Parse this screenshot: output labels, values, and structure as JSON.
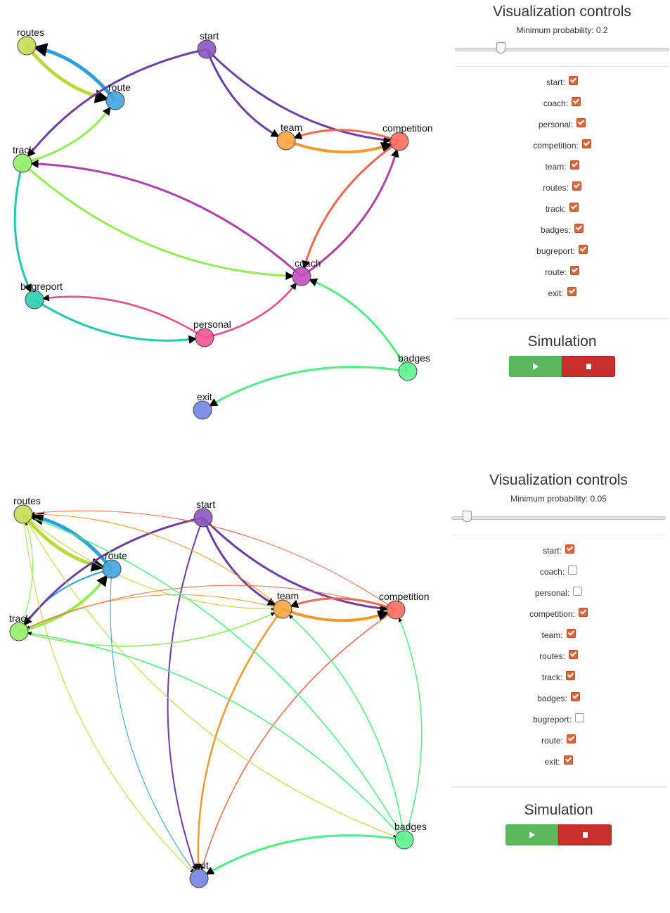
{
  "panels": [
    {
      "controls": {
        "title": "Visualization controls",
        "probability_label": "Minimum probability: 0.2",
        "probability_value": 0.2,
        "checkboxes": [
          {
            "label": "start:",
            "checked": true
          },
          {
            "label": "coach:",
            "checked": true
          },
          {
            "label": "personal:",
            "checked": true
          },
          {
            "label": "competition:",
            "checked": true
          },
          {
            "label": "team:",
            "checked": true
          },
          {
            "label": "routes:",
            "checked": true
          },
          {
            "label": "track:",
            "checked": true
          },
          {
            "label": "badges:",
            "checked": true
          },
          {
            "label": "bugreport:",
            "checked": true
          },
          {
            "label": "route:",
            "checked": true
          },
          {
            "label": "exit:",
            "checked": true
          }
        ],
        "simulation_title": "Simulation"
      },
      "graph": {
        "nodes": [
          {
            "id": "routes",
            "label": "routes",
            "color": "#c9dc55"
          },
          {
            "id": "route",
            "label": "route",
            "color": "#43a5e0"
          },
          {
            "id": "start",
            "label": "start",
            "color": "#8a56c0"
          },
          {
            "id": "track",
            "label": "track",
            "color": "#96ef6a"
          },
          {
            "id": "team",
            "label": "team",
            "color": "#f8a542"
          },
          {
            "id": "competition",
            "label": "competition",
            "color": "#fb6b5c"
          },
          {
            "id": "coach",
            "label": "coach",
            "color": "#c34fbf"
          },
          {
            "id": "bugreport",
            "label": "bugreport",
            "color": "#2ccdb4"
          },
          {
            "id": "personal",
            "label": "personal",
            "color": "#f25396"
          },
          {
            "id": "badges",
            "label": "badges",
            "color": "#5ff18f"
          },
          {
            "id": "exit",
            "label": "exit",
            "color": "#7284e1"
          }
        ],
        "edges": [
          {
            "from": "routes",
            "to": "route",
            "weight": 5,
            "color": "#bcd83a"
          },
          {
            "from": "route",
            "to": "routes",
            "weight": 5,
            "color": "#2aa0dc"
          },
          {
            "from": "track",
            "to": "route",
            "weight": 3,
            "color": "#8ef052"
          },
          {
            "from": "start",
            "to": "track",
            "weight": 3,
            "color": "#6e3ea8"
          },
          {
            "from": "start",
            "to": "team",
            "weight": 3,
            "color": "#6e3ea8"
          },
          {
            "from": "start",
            "to": "competition",
            "weight": 3,
            "color": "#6e3ea8"
          },
          {
            "from": "team",
            "to": "competition",
            "weight": 4,
            "color": "#f39a2a"
          },
          {
            "from": "competition",
            "to": "team",
            "weight": 3,
            "color": "#f6684e"
          },
          {
            "from": "track",
            "to": "coach",
            "weight": 3,
            "color": "#8ef052"
          },
          {
            "from": "coach",
            "to": "track",
            "weight": 3,
            "color": "#b23fae"
          },
          {
            "from": "competition",
            "to": "coach",
            "weight": 3,
            "color": "#f6684e"
          },
          {
            "from": "coach",
            "to": "competition",
            "weight": 3,
            "color": "#b23fae"
          },
          {
            "from": "track",
            "to": "bugreport",
            "weight": 3,
            "color": "#1fcab0"
          },
          {
            "from": "bugreport",
            "to": "personal",
            "weight": 3,
            "color": "#1fcab0"
          },
          {
            "from": "personal",
            "to": "bugreport",
            "weight": 2.5,
            "color": "#ee4a89"
          },
          {
            "from": "personal",
            "to": "coach",
            "weight": 2.5,
            "color": "#ee4a89"
          },
          {
            "from": "badges",
            "to": "coach",
            "weight": 3,
            "color": "#4ef082"
          },
          {
            "from": "badges",
            "to": "exit",
            "weight": 3,
            "color": "#4ef082"
          }
        ]
      }
    },
    {
      "controls": {
        "title": "Visualization controls",
        "probability_label": "Minimum probability: 0.05",
        "probability_value": 0.05,
        "checkboxes": [
          {
            "label": "start:",
            "checked": true
          },
          {
            "label": "coach:",
            "checked": false
          },
          {
            "label": "personal:",
            "checked": false
          },
          {
            "label": "competition:",
            "checked": true
          },
          {
            "label": "team:",
            "checked": true
          },
          {
            "label": "routes:",
            "checked": true
          },
          {
            "label": "track:",
            "checked": true
          },
          {
            "label": "badges:",
            "checked": true
          },
          {
            "label": "bugreport:",
            "checked": false
          },
          {
            "label": "route:",
            "checked": true
          },
          {
            "label": "exit:",
            "checked": true
          }
        ],
        "simulation_title": "Simulation"
      },
      "graph": {
        "nodes": [
          {
            "id": "routes",
            "label": "routes",
            "color": "#c9dc55"
          },
          {
            "id": "route",
            "label": "route",
            "color": "#43a5e0"
          },
          {
            "id": "start",
            "label": "start",
            "color": "#8a56c0"
          },
          {
            "id": "track",
            "label": "track",
            "color": "#96ef6a"
          },
          {
            "id": "team",
            "label": "team",
            "color": "#f8a542"
          },
          {
            "id": "competition",
            "label": "competition",
            "color": "#fb6b5c"
          },
          {
            "id": "badges",
            "label": "badges",
            "color": "#5ff18f"
          },
          {
            "id": "exit",
            "label": "exit",
            "color": "#7284e1"
          }
        ],
        "edges": [
          {
            "from": "routes",
            "to": "route",
            "weight": 5,
            "color": "#bcd83a"
          },
          {
            "from": "route",
            "to": "routes",
            "weight": 5,
            "color": "#2aa0dc"
          },
          {
            "from": "track",
            "to": "route",
            "weight": 4,
            "color": "#8ef052"
          },
          {
            "from": "route",
            "to": "track",
            "weight": 2,
            "color": "#2aa0dc"
          },
          {
            "from": "start",
            "to": "track",
            "weight": 3,
            "color": "#6e3ea8"
          },
          {
            "from": "start",
            "to": "team",
            "weight": 3,
            "color": "#6e3ea8"
          },
          {
            "from": "start",
            "to": "competition",
            "weight": 3,
            "color": "#6e3ea8"
          },
          {
            "from": "start",
            "to": "exit",
            "weight": 2,
            "color": "#6e3ea8"
          },
          {
            "from": "team",
            "to": "competition",
            "weight": 4,
            "color": "#f39a2a"
          },
          {
            "from": "competition",
            "to": "team",
            "weight": 3,
            "color": "#f6684e"
          },
          {
            "from": "team",
            "to": "exit",
            "weight": 2.5,
            "color": "#f39a2a"
          },
          {
            "from": "competition",
            "to": "exit",
            "weight": 1.5,
            "color": "#f6684e"
          },
          {
            "from": "track",
            "to": "team",
            "weight": 1.5,
            "color": "#8ef052"
          },
          {
            "from": "team",
            "to": "track",
            "weight": 1,
            "color": "#f39a2a"
          },
          {
            "from": "competition",
            "to": "track",
            "weight": 1,
            "color": "#f6684e"
          },
          {
            "from": "team",
            "to": "routes",
            "weight": 1,
            "color": "#f39a2a"
          },
          {
            "from": "competition",
            "to": "routes",
            "weight": 1,
            "color": "#f6684e"
          },
          {
            "from": "track",
            "to": "routes",
            "weight": 1,
            "color": "#8ef052"
          },
          {
            "from": "routes",
            "to": "team",
            "weight": 1,
            "color": "#bcd83a"
          },
          {
            "from": "routes",
            "to": "exit",
            "weight": 1,
            "color": "#bcd83a"
          },
          {
            "from": "routes",
            "to": "badges",
            "weight": 1,
            "color": "#bcd83a"
          },
          {
            "from": "route",
            "to": "exit",
            "weight": 1,
            "color": "#2aa0dc"
          },
          {
            "from": "badges",
            "to": "exit",
            "weight": 3,
            "color": "#4ef082"
          },
          {
            "from": "badges",
            "to": "routes",
            "weight": 1.5,
            "color": "#4ef082"
          },
          {
            "from": "badges",
            "to": "track",
            "weight": 1.5,
            "color": "#4ef082"
          },
          {
            "from": "badges",
            "to": "team",
            "weight": 1.5,
            "color": "#4ef082"
          },
          {
            "from": "badges",
            "to": "competition",
            "weight": 1.5,
            "color": "#4ef082"
          }
        ]
      }
    }
  ]
}
